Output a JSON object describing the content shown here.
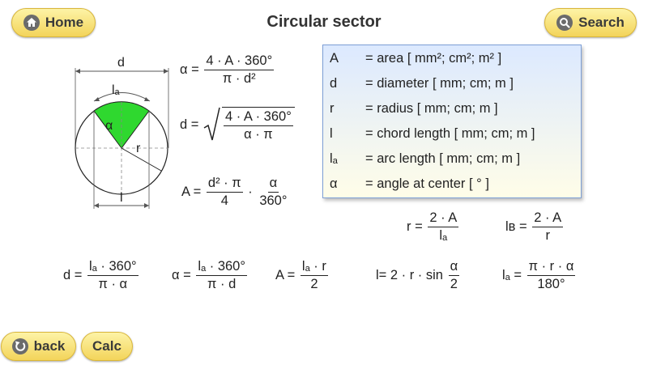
{
  "header": {
    "home_label": "Home",
    "title": "Circular sector",
    "search_label": "Search"
  },
  "footer": {
    "back_label": "back",
    "calc_label": "Calc"
  },
  "figure": {
    "d_label": "d",
    "la_label": "lₐ",
    "alpha_label": "α",
    "r_label": "r",
    "l_label": "l"
  },
  "legend": [
    {
      "symbol": "A",
      "desc": "= area [ mm²; cm²; m² ]"
    },
    {
      "symbol": "d",
      "desc": "= diameter [ mm; cm; m ]"
    },
    {
      "symbol": "r",
      "desc": "= radius [ mm; cm; m ]"
    },
    {
      "symbol": "l",
      "desc": "= chord length [ mm; cm; m ]"
    },
    {
      "symbol": "lₐ",
      "desc": "= arc length [ mm; cm; m ]"
    },
    {
      "symbol": "α",
      "desc": "= angle at center [ ° ]"
    }
  ],
  "formulas": {
    "alpha1": {
      "lhs": "α =",
      "num": "4 · A · 360°",
      "den": "π · d²"
    },
    "d1": {
      "lhs": "d =",
      "num": "4 · A · 360°",
      "den": "α · π"
    },
    "area1": {
      "lhs": "A =",
      "num1": "d² · π",
      "den1": "4",
      "dot": "·",
      "num2": "α",
      "den2": "360°"
    },
    "r1": {
      "lhs": "r =",
      "num": "2 · A",
      "den": "lₐ"
    },
    "lb1": {
      "lhs": "lʙ =",
      "num": "2 · A",
      "den": "r"
    },
    "d2": {
      "lhs": "d =",
      "num": "lₐ · 360°",
      "den": "π · α"
    },
    "alpha2": {
      "lhs": "α =",
      "num": "lₐ · 360°",
      "den": "π · d"
    },
    "area2": {
      "lhs": "A =",
      "num": "lₐ · r",
      "den": "2"
    },
    "chord": {
      "lhs": "l= 2 · r · sin",
      "num": "α",
      "den": "2"
    },
    "arc": {
      "lhs": "lₐ =",
      "num": "π · r · α",
      "den": "180°"
    }
  }
}
